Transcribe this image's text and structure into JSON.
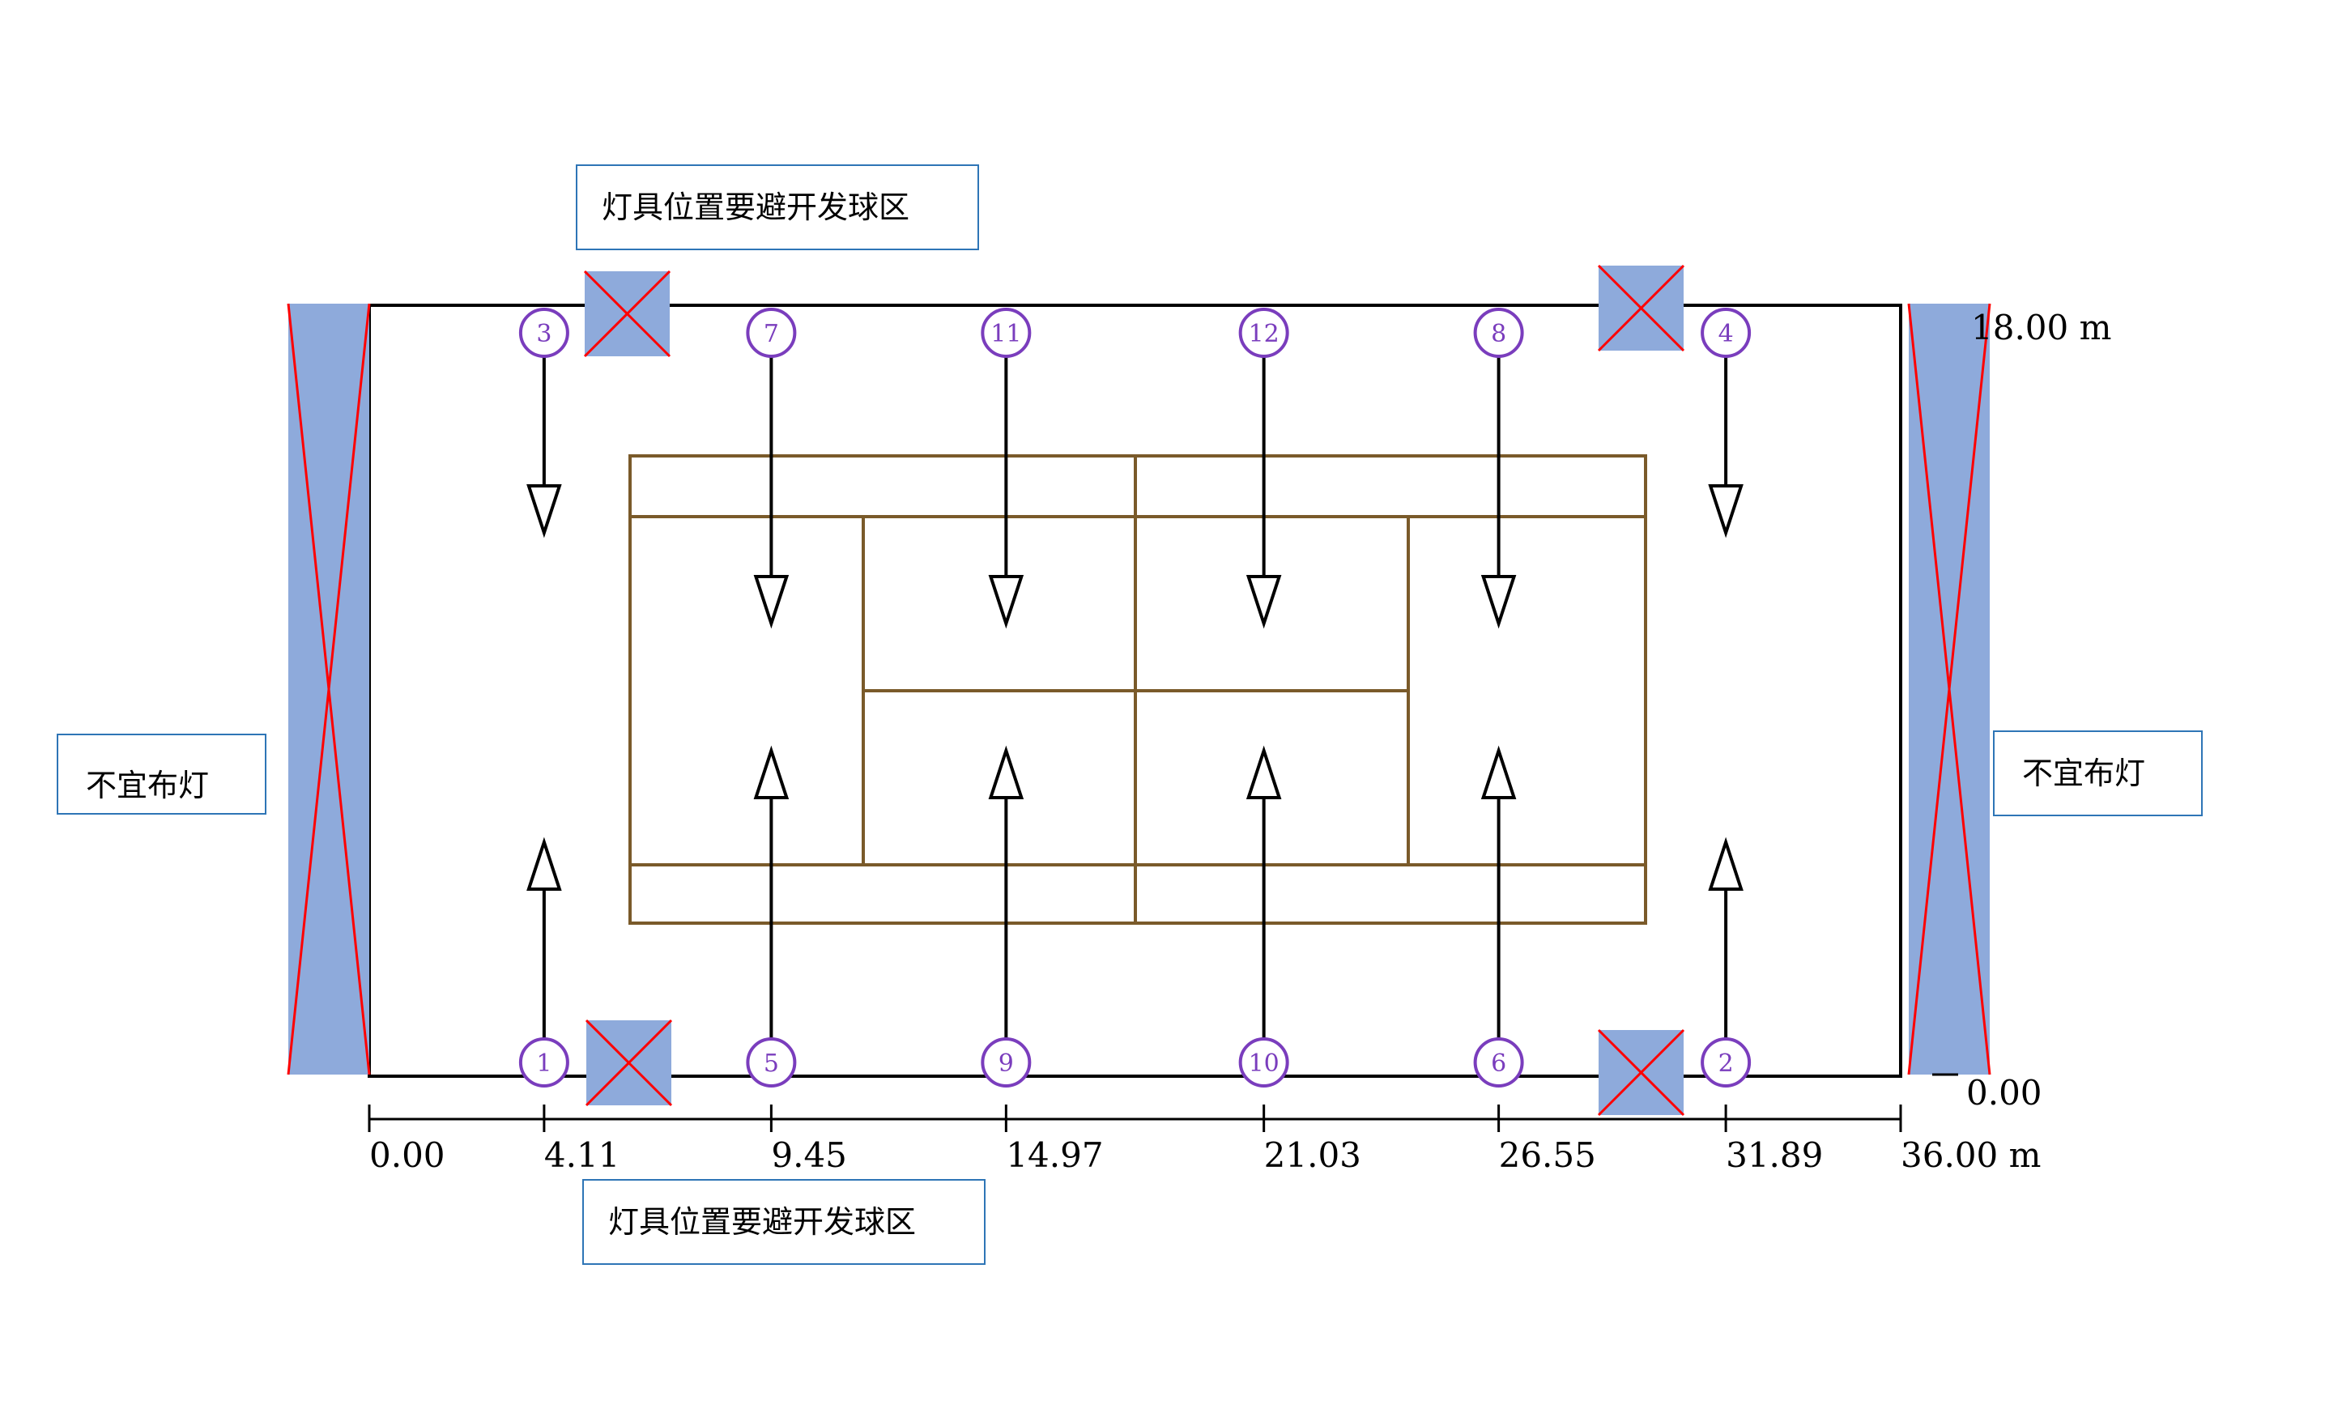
{
  "callouts": {
    "top": "灯具位置要避开发球区",
    "bottom": "灯具位置要避开发球区",
    "left": "不宜布灯",
    "right": "不宜布灯"
  },
  "dimensions": {
    "x_ticks": [
      "0.00",
      "4.11",
      "9.45",
      "14.97",
      "21.03",
      "26.55",
      "31.89",
      "36.00 m"
    ],
    "y_top": "18.00 m",
    "y_bottom": "0.00"
  },
  "lamps": [
    {
      "id": "3",
      "x_m": 4.11,
      "side": "top"
    },
    {
      "id": "7",
      "x_m": 9.45,
      "side": "top"
    },
    {
      "id": "11",
      "x_m": 14.97,
      "side": "top"
    },
    {
      "id": "12",
      "x_m": 21.03,
      "side": "top"
    },
    {
      "id": "8",
      "x_m": 26.55,
      "side": "top"
    },
    {
      "id": "4",
      "x_m": 31.89,
      "side": "top"
    },
    {
      "id": "1",
      "x_m": 4.11,
      "side": "bottom"
    },
    {
      "id": "5",
      "x_m": 9.45,
      "side": "bottom"
    },
    {
      "id": "9",
      "x_m": 14.97,
      "side": "bottom"
    },
    {
      "id": "10",
      "x_m": 21.03,
      "side": "bottom"
    },
    {
      "id": "6",
      "x_m": 26.55,
      "side": "bottom"
    },
    {
      "id": "2",
      "x_m": 31.89,
      "side": "bottom"
    }
  ],
  "colors": {
    "outline": "#000000",
    "court": "#7a5a2a",
    "blocked_fill": "#8eaadb",
    "blocked_cross": "#ff0000",
    "lamp": "#7a3dbd",
    "callout_border": "#2e75b6"
  }
}
